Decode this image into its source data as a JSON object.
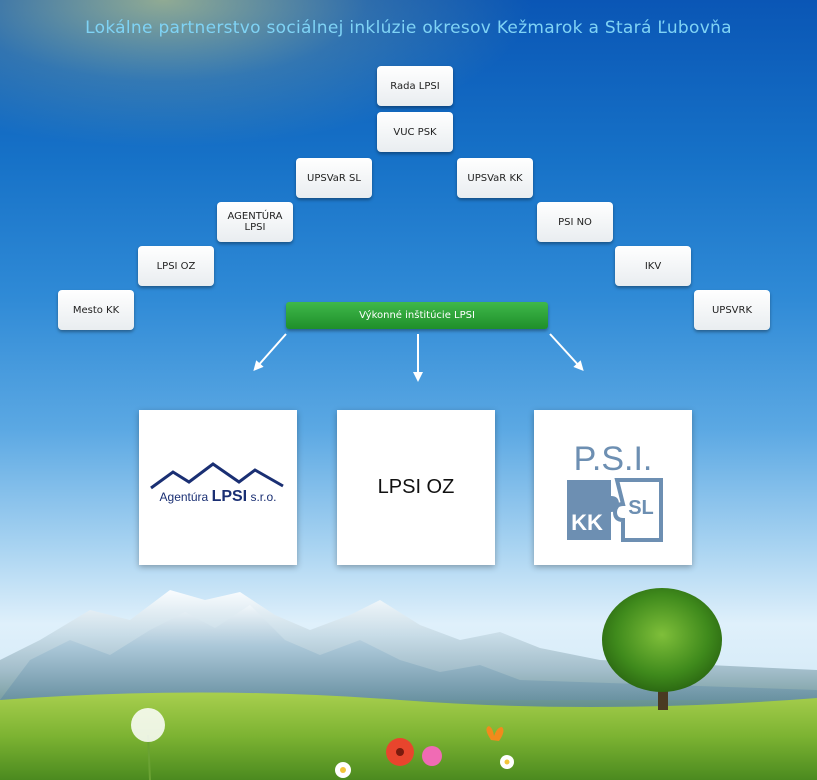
{
  "title": "Lokálne partnerstvo sociálnej inklúzie okresov Kežmarok a Stará Ľubovňa",
  "nodes": {
    "rada": "Rada LPSI",
    "vuc": "VUC PSK",
    "upsvar_sl": "UPSVaR  SL",
    "upsvar_kk": "UPSVaR  KK",
    "agentura": "AGENTÚRA\nLPSI",
    "psi_no": "PSI   NO",
    "lpsi_oz": "LPSI OZ",
    "ikv": "IKV",
    "mesto_kk": "Mesto KK",
    "upsvrk": "UPSVRK"
  },
  "exec_label": "Výkonné inštitúcie LPSI",
  "cards": {
    "agentura_logo": {
      "prefix": "Agentúra ",
      "brand": "LPSI",
      "suffix": " s.r.o."
    },
    "middle": "LPSI OZ",
    "psi_logo": {
      "top": "P.S.I.",
      "left": "KK",
      "right": "SL"
    }
  },
  "colors": {
    "title": "#7fd3f5",
    "exec_bar": "#2aa537",
    "agentura_brand": "#1a2f73",
    "psi_logo": "#6d8fb2"
  }
}
